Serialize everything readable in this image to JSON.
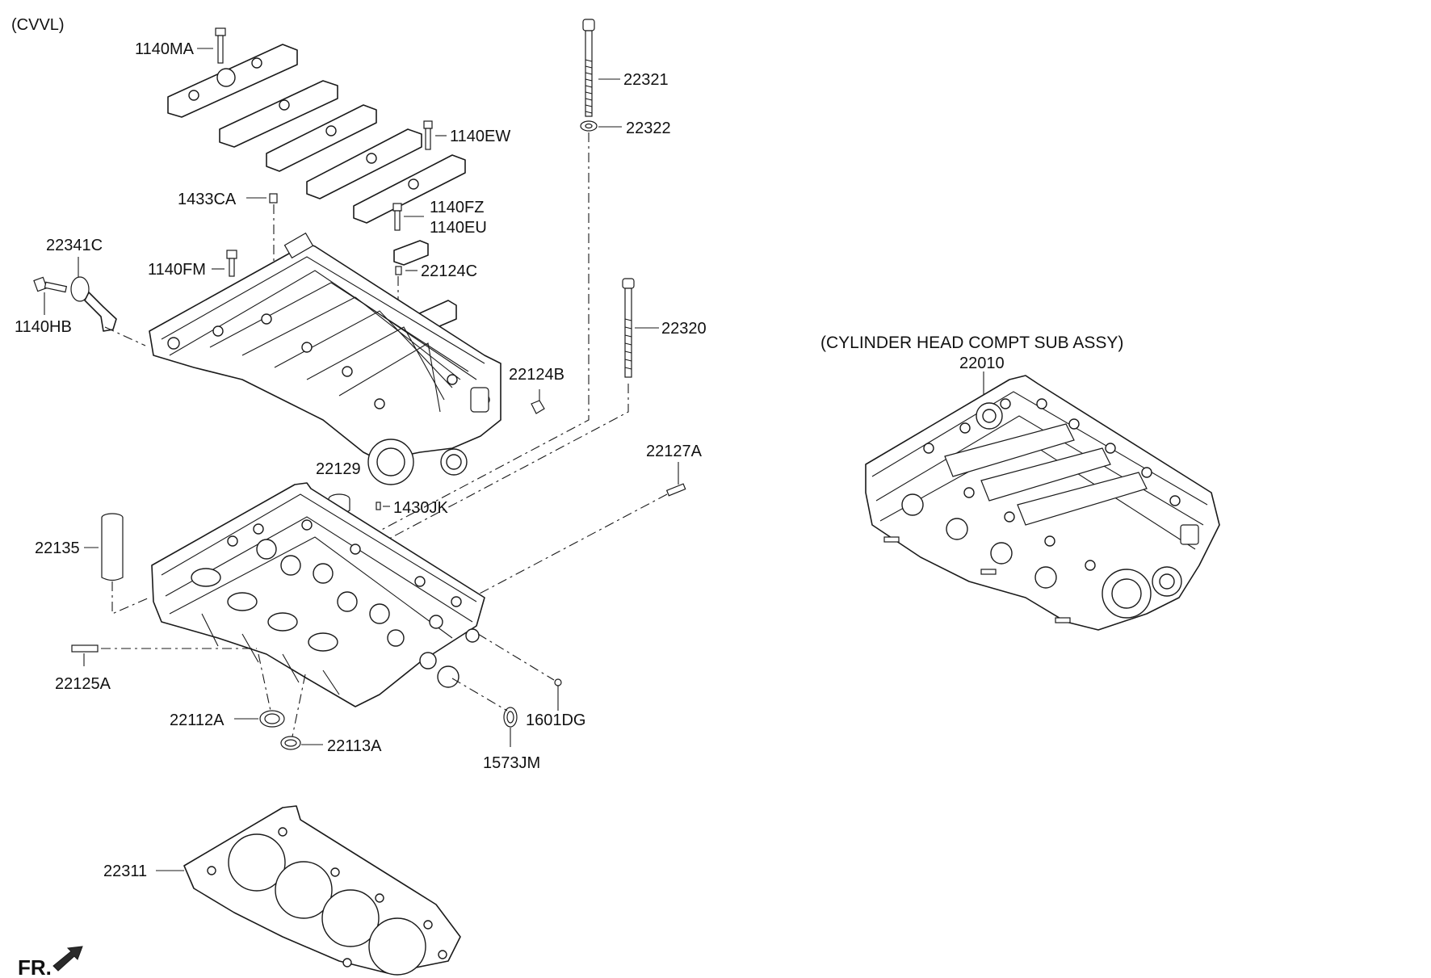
{
  "header": {
    "variant": "(CVVL)"
  },
  "assembly": {
    "title": "(CYLINDER HEAD COMPT SUB ASSY)",
    "number": "22010"
  },
  "parts": [
    {
      "id": "1140MA"
    },
    {
      "id": "22321"
    },
    {
      "id": "22322"
    },
    {
      "id": "1140EW"
    },
    {
      "id": "1433CA"
    },
    {
      "id": "1140FZ"
    },
    {
      "id": "1140EU"
    },
    {
      "id": "22341C"
    },
    {
      "id": "1140FM"
    },
    {
      "id": "22124C"
    },
    {
      "id": "1140HB"
    },
    {
      "id": "22320"
    },
    {
      "id": "22124B"
    },
    {
      "id": "22127A"
    },
    {
      "id": "22129"
    },
    {
      "id": "1430JK"
    },
    {
      "id": "22135"
    },
    {
      "id": "22125A"
    },
    {
      "id": "22112A"
    },
    {
      "id": "22113A"
    },
    {
      "id": "1601DG"
    },
    {
      "id": "1573JM"
    },
    {
      "id": "22311"
    }
  ],
  "direction": {
    "label": "FR."
  }
}
